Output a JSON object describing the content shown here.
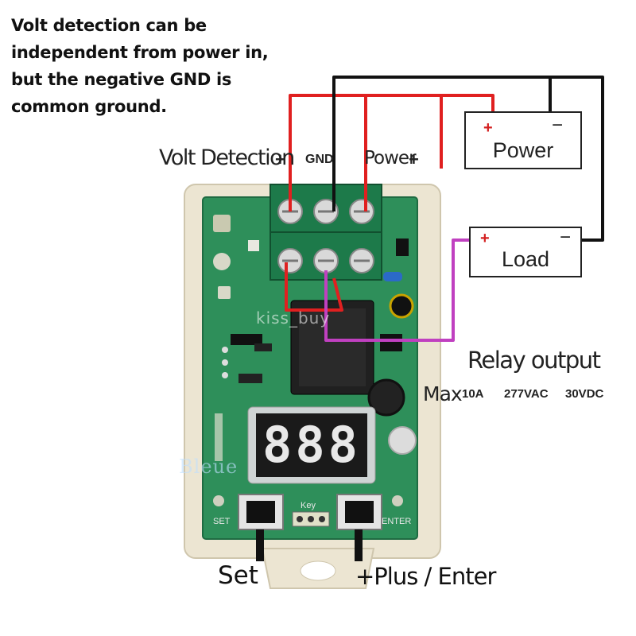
{
  "note": {
    "lines": [
      "Volt detection can be",
      "independent from power in,",
      "but the negative GND is",
      "common ground."
    ]
  },
  "terminals": {
    "volt_detection": "Volt Detection",
    "volt_detection_plus": "+",
    "gnd": "GND",
    "power": "Power",
    "power_plus": "+"
  },
  "power_box": {
    "label": "Power",
    "plus": "+",
    "minus": "−"
  },
  "load_box": {
    "label": "Load",
    "plus": "+",
    "minus": "−"
  },
  "relay": {
    "title": "Relay output",
    "max_label": "Max",
    "current": "10A",
    "vac": "277VAC",
    "vdc": "30VDC"
  },
  "display": {
    "digits": "888"
  },
  "buttons": {
    "set_silk": "SET",
    "enter_silk": "ENTER",
    "key_silk": "Key",
    "set_label": "Set",
    "plus_enter_label": "+Plus / Enter"
  },
  "watermarks": {
    "center": "kiss_buy",
    "left": "Bleue"
  },
  "colors": {
    "pcb": "#2e8f5a",
    "wire_red": "#e02020",
    "wire_black": "#111111",
    "wire_purple": "#c040c0",
    "terminal_block": "#1d7a4a"
  }
}
